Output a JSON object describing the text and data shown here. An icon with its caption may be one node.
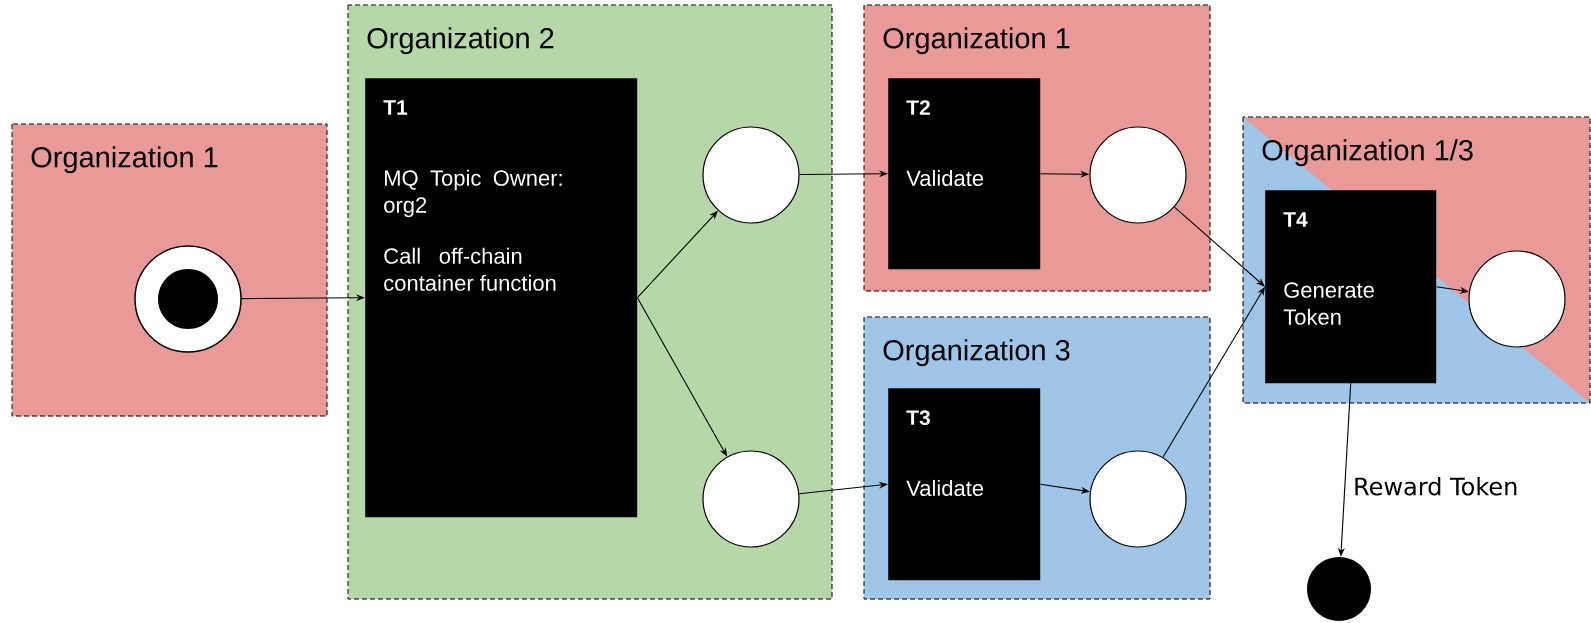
{
  "diagram": {
    "nodes": [
      {
        "text": [
          "Organization 1"
        ]
      },
      {
        "text": [],
        "shape": "circle",
        "in": 0
      },
      {
        "text": [
          "Organization 2"
        ]
      },
      {
        "text": [
          "T1",
          "MQ Topic Owner: org2",
          "Call off-chain container function"
        ],
        "in": 2
      },
      {
        "text": [],
        "shape": "circle",
        "in": 2
      },
      {
        "text": [],
        "shape": "circle",
        "in": 2
      },
      {
        "text": [
          "Organization 1"
        ]
      },
      {
        "text": [
          "T2",
          "Validate"
        ],
        "in": 6
      },
      {
        "text": [],
        "shape": "circle",
        "in": 6
      },
      {
        "text": [
          "Organization 3"
        ]
      },
      {
        "text": [
          "T3",
          "Validate"
        ],
        "in": 9
      },
      {
        "text": [],
        "shape": "circle",
        "in": 9
      },
      {
        "text": [
          "Organization 1/3"
        ]
      },
      {
        "text": [
          "T4",
          "Generate Token"
        ],
        "in": 12
      },
      {
        "text": [],
        "shape": "circle",
        "in": 12
      },
      {
        "text": [],
        "shape": "circle"
      }
    ],
    "edges": [
      {
        "from": 1,
        "to": 3,
        "arrow": "to"
      },
      {
        "from": 3,
        "to": 4,
        "arrow": "to"
      },
      {
        "from": 3,
        "to": 5,
        "arrow": "to"
      },
      {
        "from": 4,
        "to": 7,
        "arrow": "to"
      },
      {
        "from": 5,
        "to": 10,
        "arrow": "to"
      },
      {
        "from": 7,
        "to": 8,
        "arrow": "to"
      },
      {
        "from": 10,
        "to": 11,
        "arrow": "to"
      },
      {
        "from": 8,
        "to": 13,
        "arrow": "to"
      },
      {
        "from": 11,
        "to": 13,
        "arrow": "to"
      },
      {
        "from": 13,
        "to": 14,
        "arrow": "to"
      },
      {
        "from": 13,
        "to": 15,
        "label": "Reward Token",
        "arrow": "to"
      }
    ]
  }
}
